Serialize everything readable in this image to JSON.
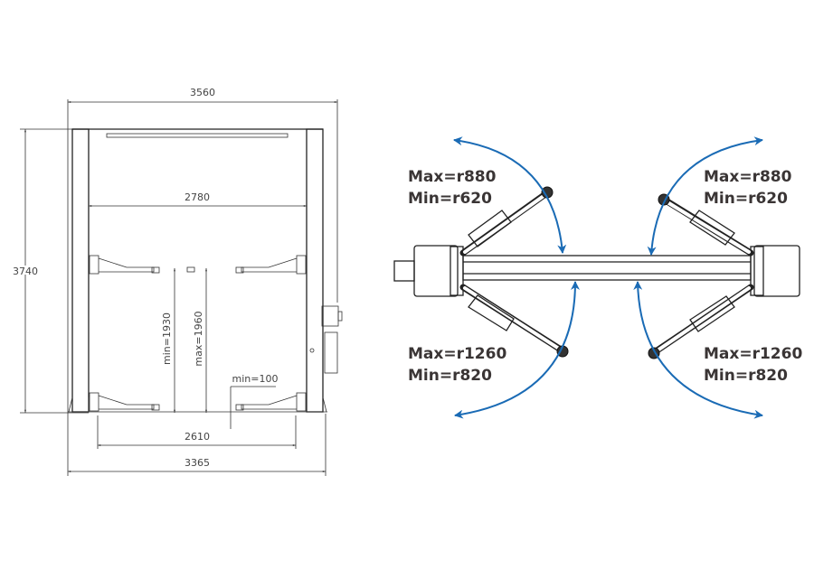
{
  "front_view": {
    "overall_width": "3560",
    "overall_height": "3740",
    "inner_width": "2780",
    "min_height": "min=1930",
    "max_height": "max=1960",
    "min_pad": "min=100",
    "base_inner": "2610",
    "base_outer": "3365"
  },
  "top_view": {
    "top_left": {
      "max": "Max=r880",
      "min": "Min=r620"
    },
    "top_right": {
      "max": "Max=r880",
      "min": "Min=r620"
    },
    "bottom_left": {
      "max": "Max=r1260",
      "min": "Min=r820"
    },
    "bottom_right": {
      "max": "Max=r1260",
      "min": "Min=r820"
    },
    "arc_color": "#1a6bb5"
  }
}
